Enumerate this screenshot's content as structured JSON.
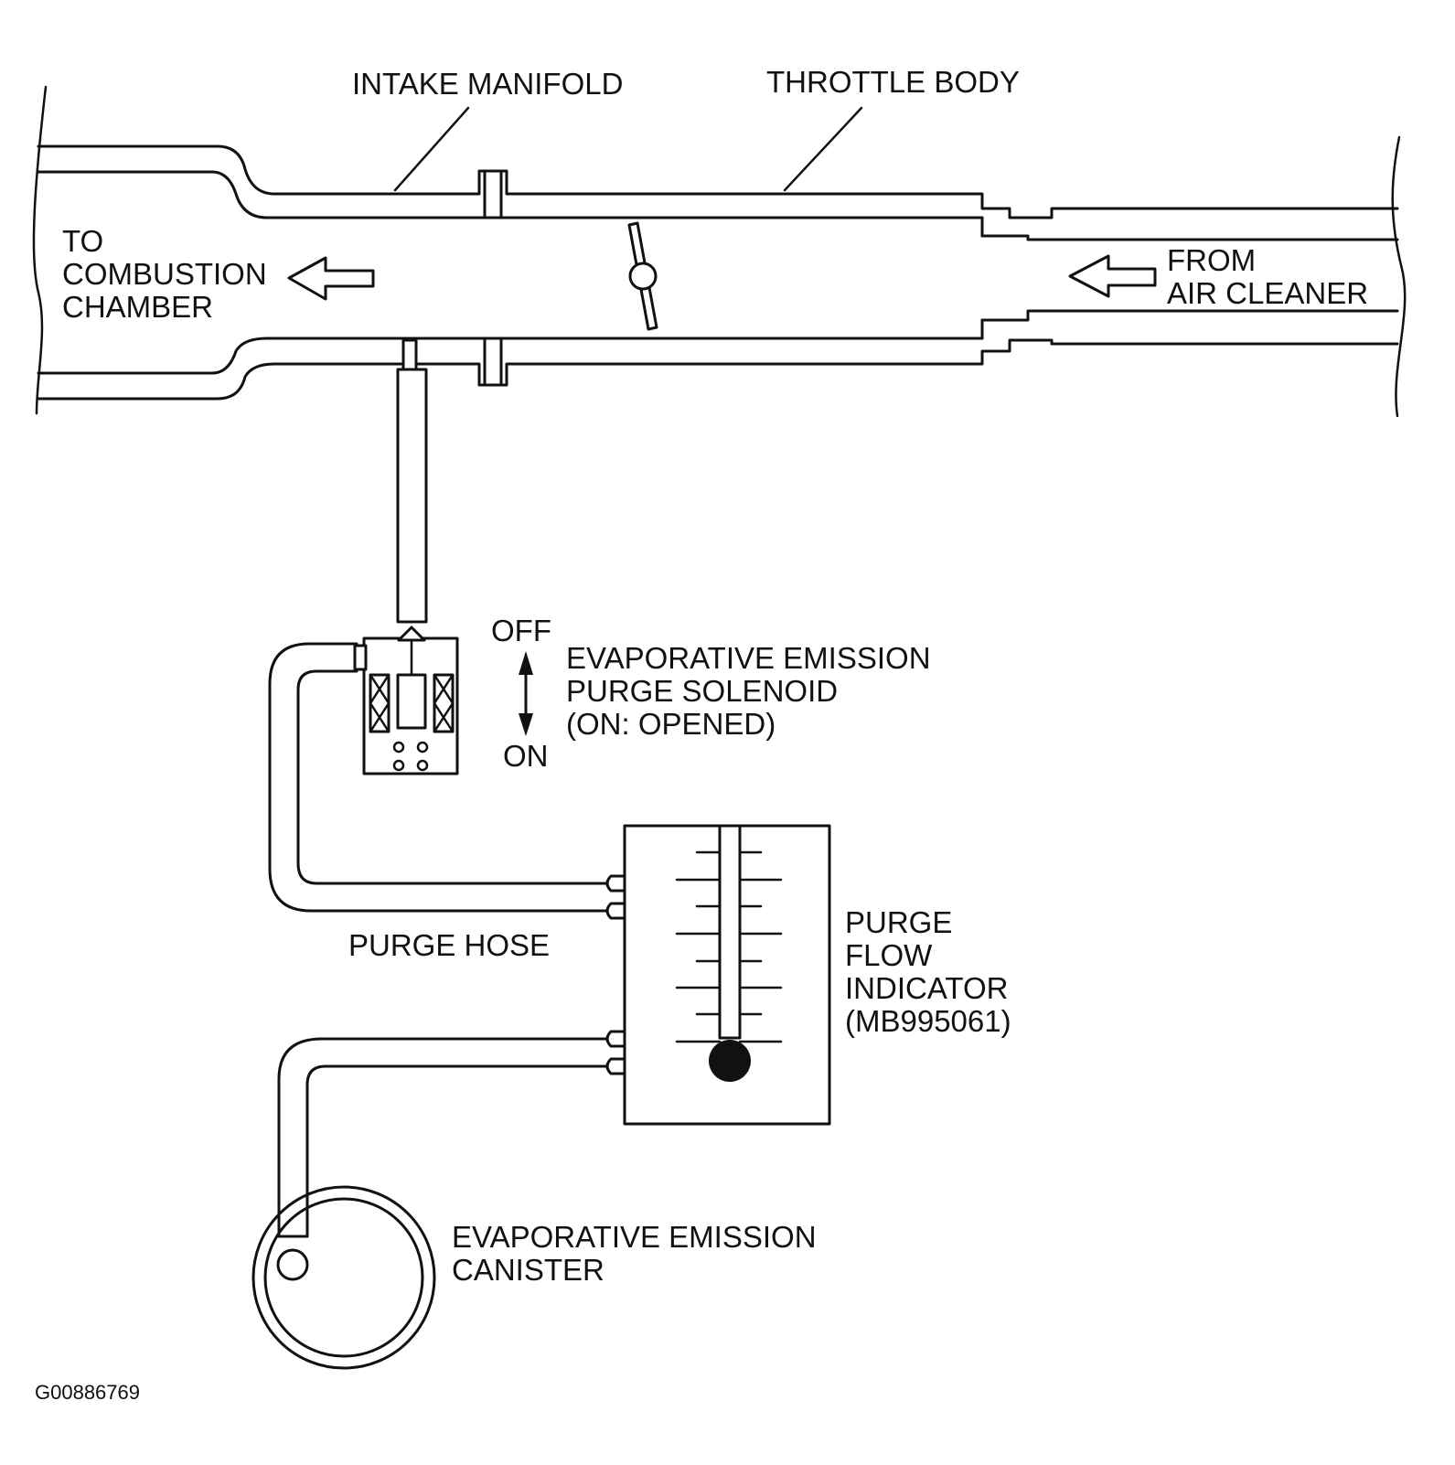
{
  "labels": {
    "intake_manifold": "INTAKE MANIFOLD",
    "throttle_body": "THROTTLE BODY",
    "to_combustion": [
      "TO",
      "COMBUSTION",
      "CHAMBER"
    ],
    "from_air_cleaner": [
      "FROM",
      "AIR CLEANER"
    ],
    "solenoid": [
      "EVAPORATIVE EMISSION",
      "PURGE SOLENOID",
      "(ON: OPENED)"
    ],
    "off": "OFF",
    "on": "ON",
    "purge_hose": "PURGE HOSE",
    "purge_flow_indicator": [
      "PURGE",
      "FLOW",
      "INDICATOR",
      "(MB995061)"
    ],
    "canister": [
      "EVAPORATIVE EMISSION",
      "CANISTER"
    ],
    "figure_code": "G00886769"
  }
}
